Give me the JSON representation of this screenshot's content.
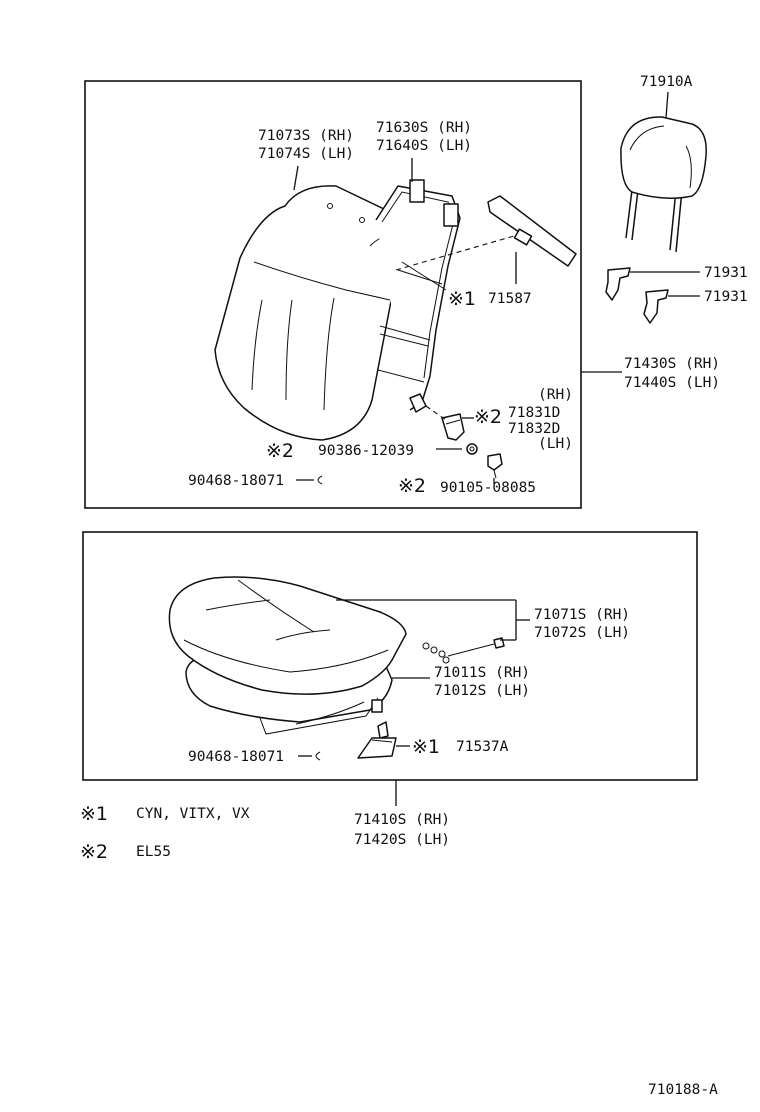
{
  "diagram_id": "710188-A",
  "upper_box": {
    "headrest": {
      "part": "71910A"
    },
    "guide_upper": {
      "part": "71931"
    },
    "guide_lower": {
      "part": "71931"
    },
    "seatback_cover": {
      "rh": "71073S (RH)",
      "lh": "71074S (LH)"
    },
    "seatback_frame": {
      "rh": "71630S (RH)",
      "lh": "71640S (LH)"
    },
    "pocket": {
      "mark": "※1",
      "part": "71587"
    },
    "seatback_assy": {
      "rh": "71430S (RH)",
      "lh": "71440S (LH)"
    },
    "hinge": {
      "rh_tag": "(RH)",
      "mark": "※2",
      "rh": "71831D",
      "lh": "71832D",
      "lh_tag": "(LH)"
    },
    "bolt": {
      "mark": "※2",
      "part": "90386-12039"
    },
    "hog_ring": {
      "part": "90468-18071"
    },
    "screw": {
      "mark": "※2",
      "part": "90105-08085"
    }
  },
  "lower_box": {
    "cushion_cover": {
      "rh": "71071S (RH)",
      "lh": "71072S (LH)"
    },
    "cushion_pad": {
      "rh": "71011S (RH)",
      "lh": "71012S (LH)"
    },
    "hog_ring": {
      "part": "90468-18071"
    },
    "tray": {
      "mark": "※1",
      "part": "71537A"
    },
    "cushion_assy": {
      "rh": "71410S (RH)",
      "lh": "71420S (LH)"
    }
  },
  "notes": [
    {
      "mark": "※1",
      "text": "CYN, VITX, VX"
    },
    {
      "mark": "※2",
      "text": "EL55"
    }
  ]
}
